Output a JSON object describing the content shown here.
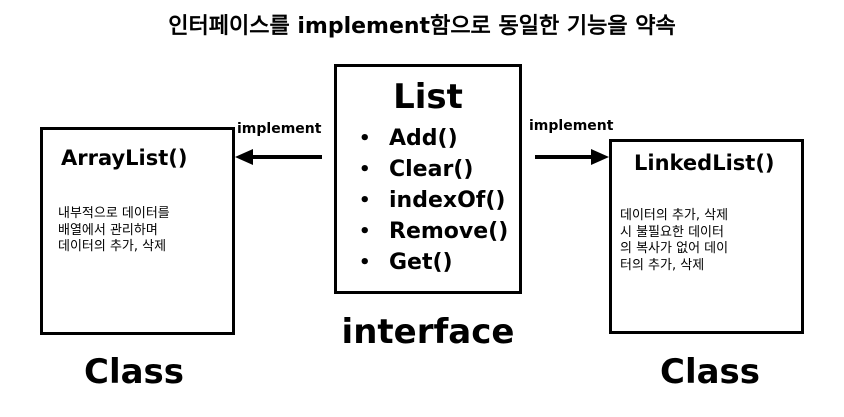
{
  "title": "인터페이스를 implement함으로 동일한 기능을 약속",
  "left_box": {
    "title": "ArrayList()",
    "description": "내부적으로 데이터를\n배열에서 관리하며\n데이터의 추가, 삭제"
  },
  "interface_box": {
    "title": "List",
    "methods": [
      "Add()",
      "Clear()",
      "indexOf()",
      "Remove()",
      "Get()"
    ],
    "bullet": "•"
  },
  "right_box": {
    "title": "LinkedList()",
    "description": " 데이터의 추가, 삭제\n시 불필요한 데이터\n의 복사가 없어 데이\n터의 추가, 삭제"
  },
  "labels": {
    "implement_left": "implement",
    "implement_right": "implement",
    "interface": "interface",
    "class_left": "Class",
    "class_right": "Class"
  }
}
